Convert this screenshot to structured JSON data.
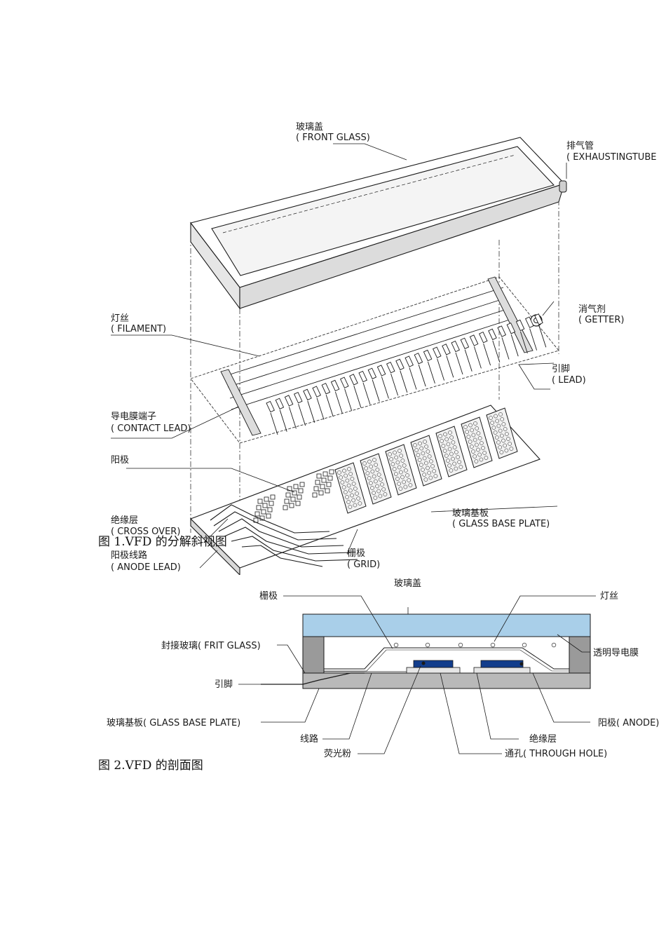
{
  "figure1": {
    "caption": "图 1.VFD 的分解斜视图",
    "labels": {
      "front_glass_cn": "玻璃盖",
      "front_glass_en": "( FRONT GLASS)",
      "exhaust_cn": "排气管",
      "exhaust_en": "( EXHAUSTINGTUBE",
      "getter_cn": "消气剂",
      "getter_en": "( GETTER)",
      "filament_cn": "灯丝",
      "filament_en": "( FILAMENT)",
      "lead_cn": "引脚",
      "lead_en": "( LEAD)",
      "contact_cn": "导电膜端子",
      "contact_en": "( CONTACT LEAD)",
      "anode_cn": "阳极",
      "base_cn": "玻璃基板",
      "base_en": "( GLASS BASE PLATE)",
      "cross_cn": "绝缘层",
      "cross_en": "( CROSS OVER)",
      "anode_lead_cn": "阳极线路",
      "anode_lead_en": "( ANODE LEAD)",
      "grid_cn": "栅极",
      "grid_en": "( GRID)"
    }
  },
  "figure2": {
    "caption": "图 2.VFD 的剖面图",
    "labels": {
      "grid": "栅极",
      "front_glass": "玻璃盖",
      "filament": "灯丝",
      "frit": "封接玻璃( FRIT GLASS)",
      "transparent_film": "透明导电膜",
      "lead": "引脚",
      "base": "玻璃基板( GLASS BASE PLATE)",
      "anode": "阳极( ANODE)",
      "wiring": "线路",
      "insulation": "绝缘层",
      "phosphor": "荧光粉",
      "through_hole": "通孔( THROUGH HOLE)"
    }
  },
  "colors": {
    "front_glass_fill": "#a9cfe9",
    "wall_fill": "#9a9a9a",
    "base_fill": "#b9b9b9",
    "phosphor_fill": "#123d8c",
    "line": "#1a1a1a"
  }
}
